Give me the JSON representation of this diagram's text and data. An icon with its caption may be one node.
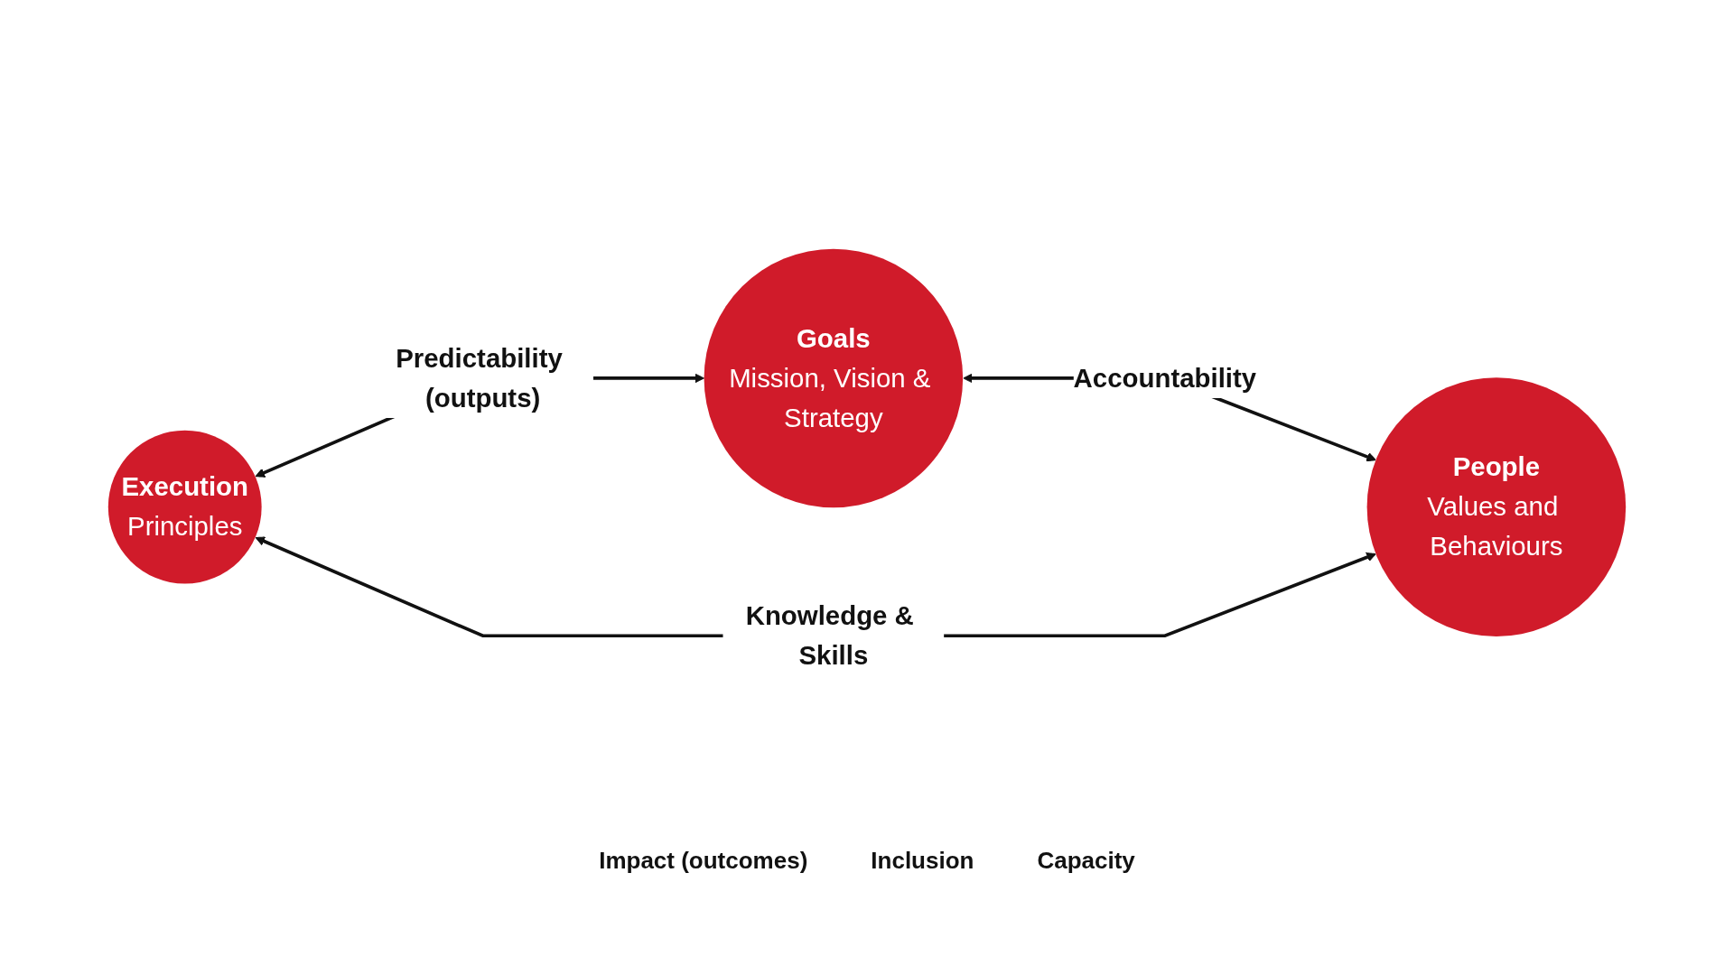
{
  "diagram": {
    "nodes": [
      {
        "text": [
          "Goals",
          "Mission, Vision & Strategy"
        ]
      },
      {
        "text": [
          "Execution",
          "Principles"
        ]
      },
      {
        "text": [
          "People",
          "Values and Behaviours"
        ]
      }
    ],
    "edges": [
      {
        "from": 1,
        "to": 0,
        "arrow": "both",
        "label": "Predictability (outputs)"
      },
      {
        "from": 0,
        "to": 2,
        "arrow": "both",
        "label": "Accountability"
      },
      {
        "from": 1,
        "to": 2,
        "arrow": "both",
        "label": "Knowledge & Skills"
      }
    ],
    "labels": [
      "Impact (outcomes)",
      "Inclusion",
      "Capacity"
    ]
  }
}
